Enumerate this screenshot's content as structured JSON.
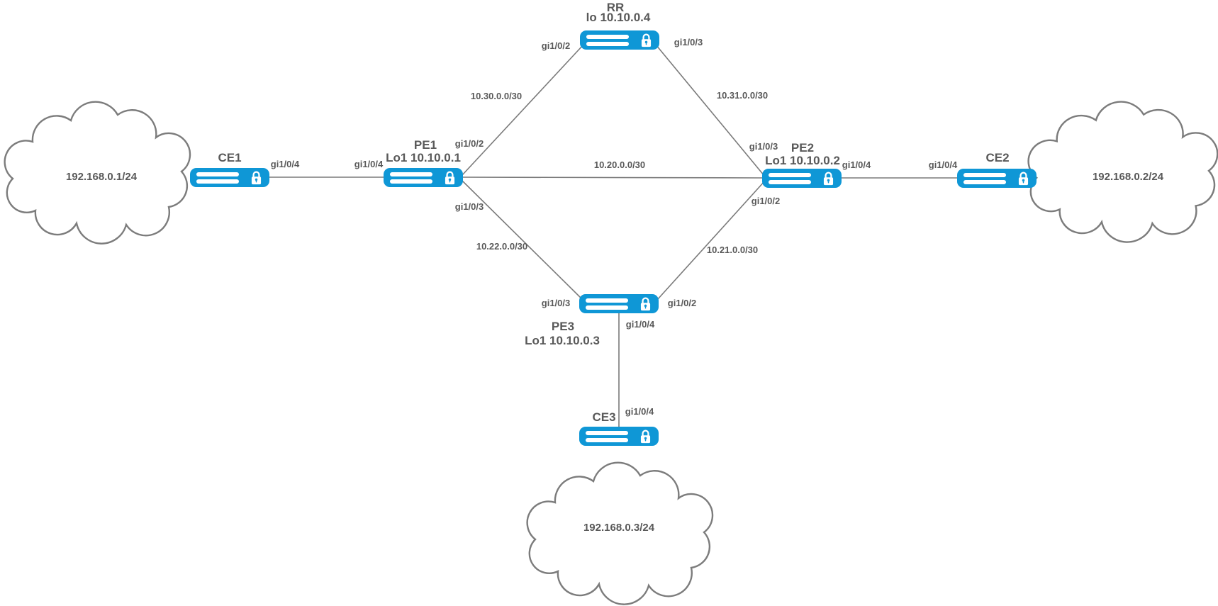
{
  "colors": {
    "router_blue": "#0F97D6",
    "line_gray": "#7a7a7a",
    "text_gray": "#595959",
    "cloud_stroke": "#7c7c7c"
  },
  "nodes": {
    "rr": {
      "label": "RR",
      "loopback": "lo 10.10.0.4"
    },
    "pe1": {
      "label": "PE1",
      "loopback": "Lo1 10.10.0.1"
    },
    "pe2": {
      "label": "PE2",
      "loopback": "Lo1 10.10.0.2"
    },
    "pe3": {
      "label": "PE3",
      "loopback": "Lo1 10.10.0.3"
    },
    "ce1": {
      "label": "CE1"
    },
    "ce2": {
      "label": "CE2"
    },
    "ce3": {
      "label": "CE3"
    }
  },
  "clouds": {
    "left": {
      "label": "192.168.0.1/24"
    },
    "right": {
      "label": "192.168.0.2/24"
    },
    "bottom": {
      "label": "192.168.0.3/24"
    }
  },
  "links": {
    "ce1_pe1": {
      "if_ce1": "gi1/0/4",
      "if_pe1": "gi1/0/4"
    },
    "pe1_rr": {
      "subnet": "10.30.0.0/30",
      "if_pe1": "gi1/0/2",
      "if_rr": "gi1/0/2"
    },
    "rr_pe2": {
      "subnet": "10.31.0.0/30",
      "if_rr": "gi1/0/3",
      "if_pe2": "gi1/0/3"
    },
    "pe1_pe2": {
      "subnet": "10.20.0.0/30"
    },
    "pe1_pe3": {
      "subnet": "10.22.0.0/30",
      "if_pe1": "gi1/0/3",
      "if_pe3": "gi1/0/3"
    },
    "pe2_pe3": {
      "subnet": "10.21.0.0/30",
      "if_pe2": "gi1/0/2",
      "if_pe3": "gi1/0/2"
    },
    "pe2_ce2": {
      "if_pe2": "gi1/0/4",
      "if_ce2": "gi1/0/4"
    },
    "pe3_ce3": {
      "if_pe3": "gi1/0/4",
      "if_ce3": "gi1/0/4"
    }
  }
}
